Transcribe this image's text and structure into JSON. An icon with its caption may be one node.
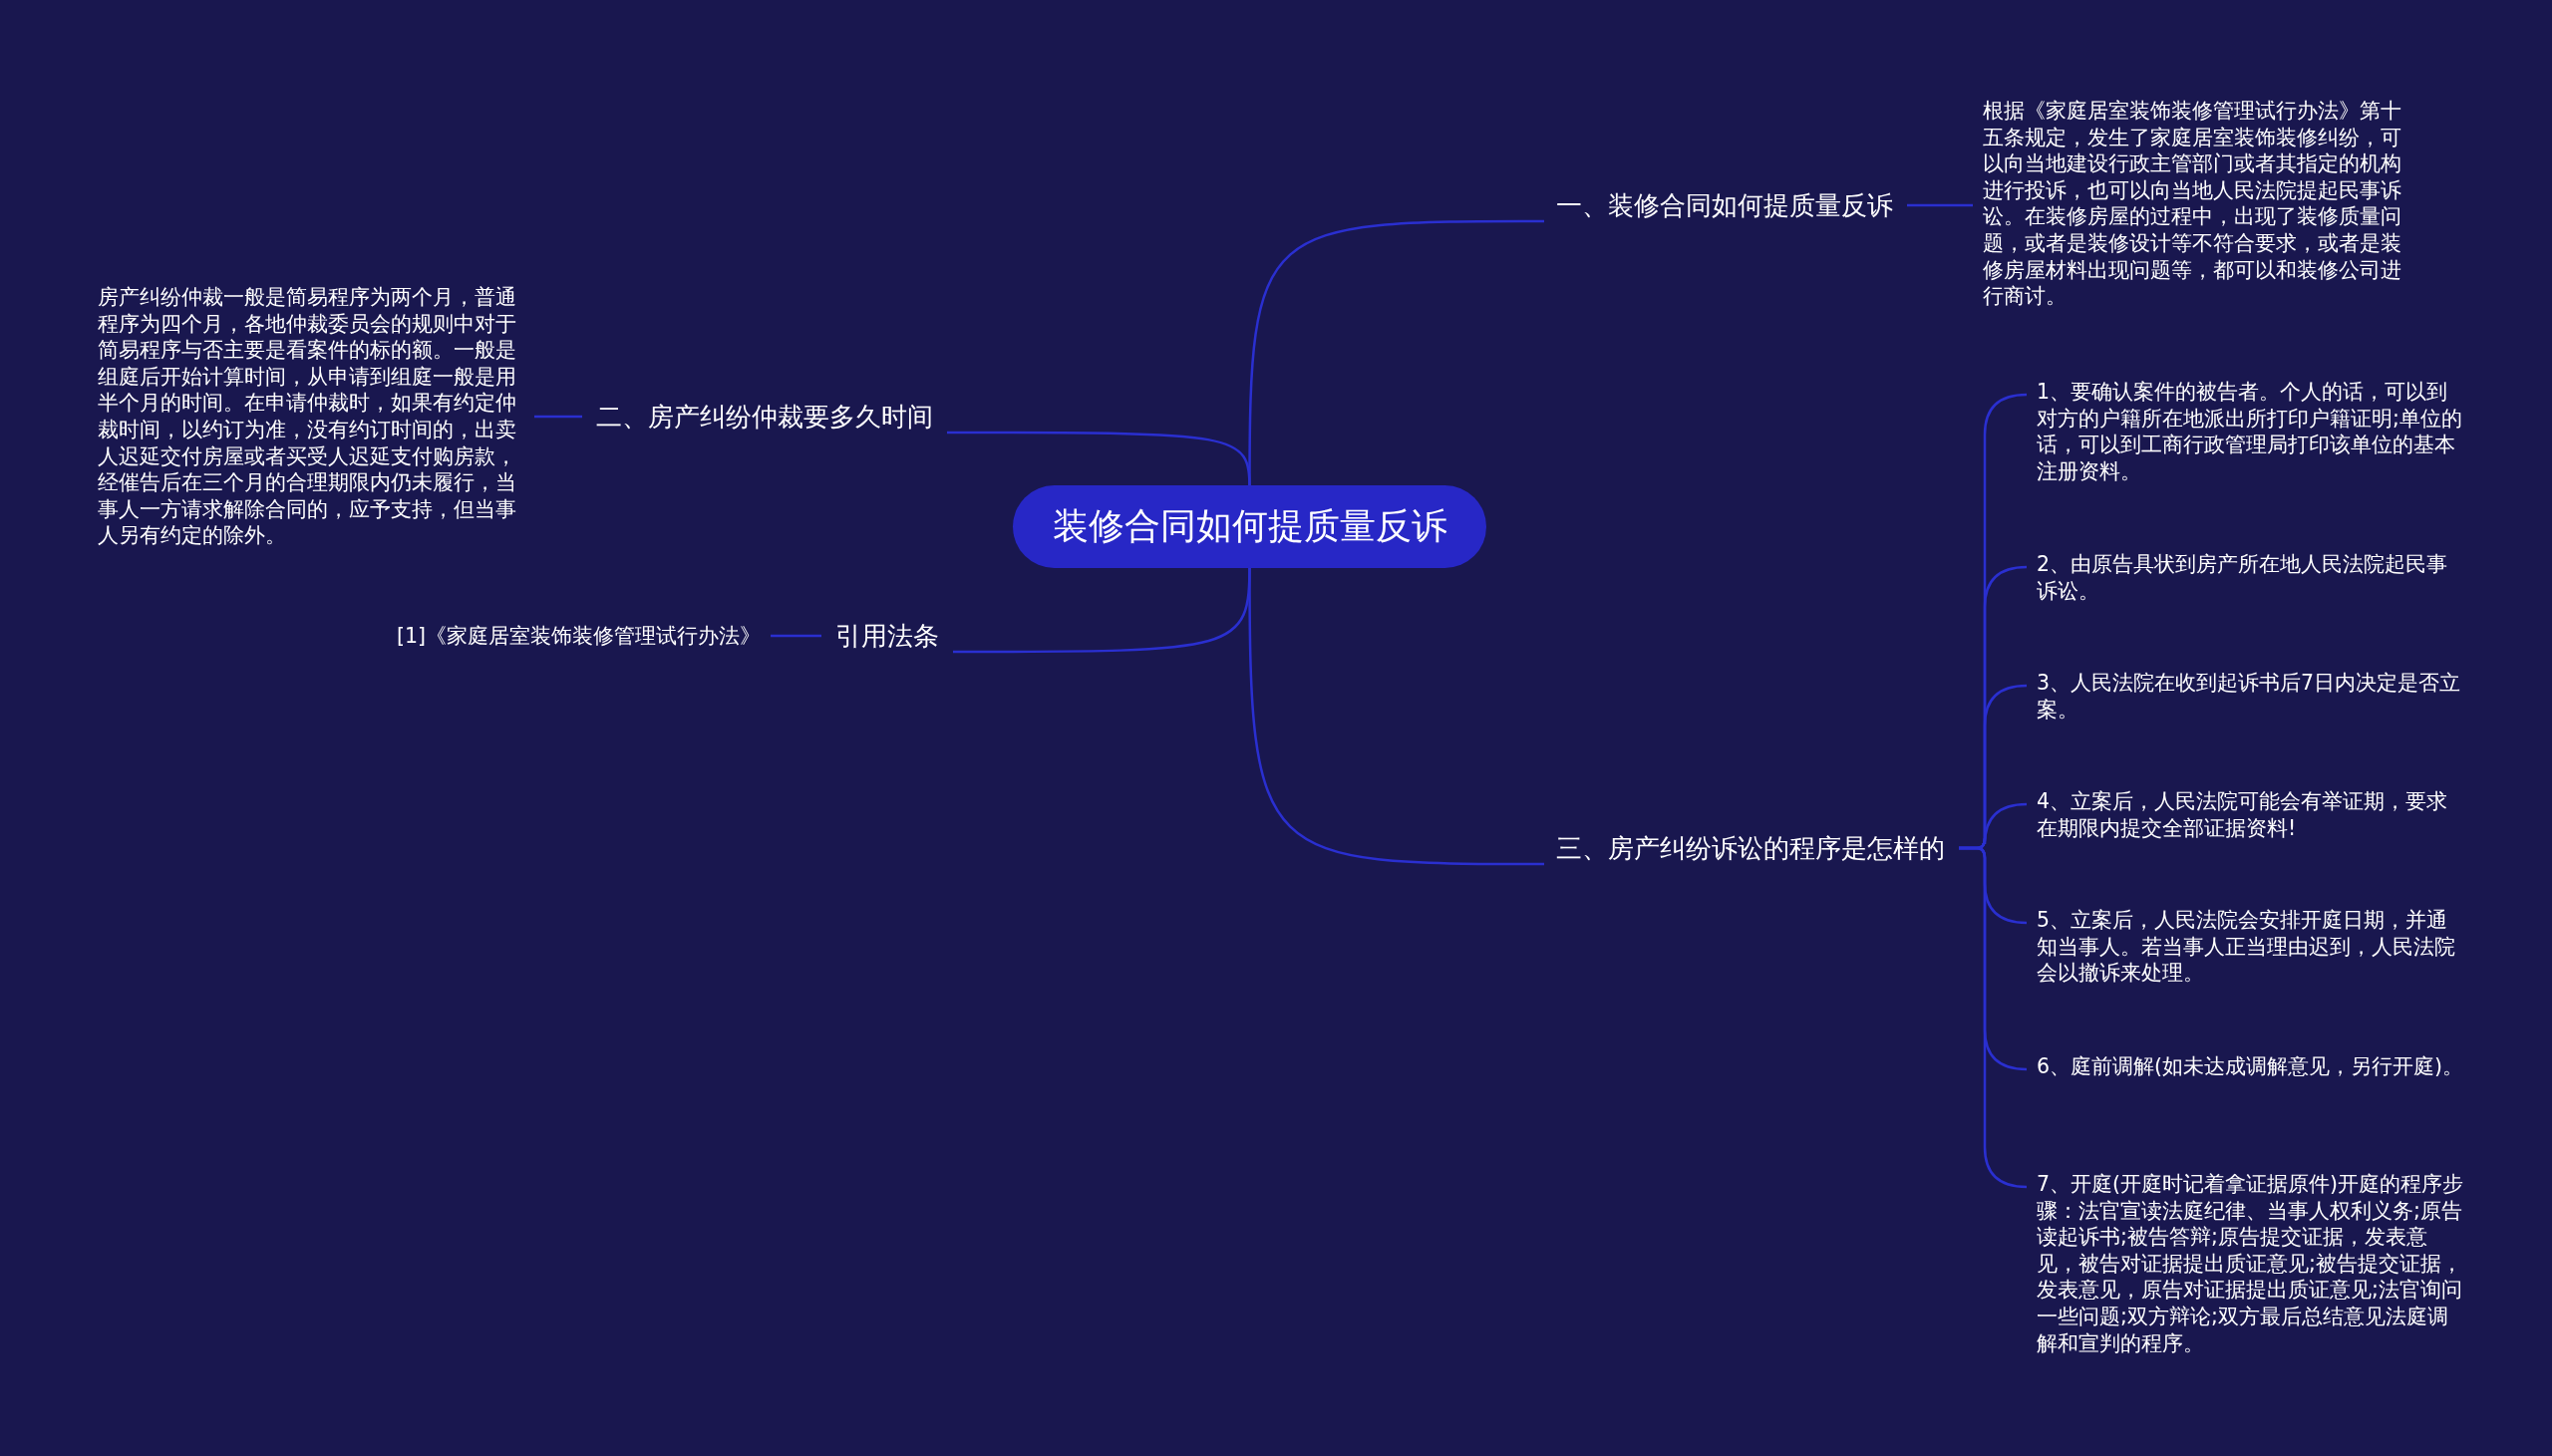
{
  "diagram": {
    "nodes": [
      {
        "text": [
          "装修合同如何提质量反诉"
        ]
      },
      {
        "text": [
          "一、装修合同如何提质量反诉"
        ]
      },
      {
        "text": [
          "根据《家庭居室装饰装修管理试行办法》第十五条规定，发生了家庭居室装饰装修纠纷，可以向当地建设行政主管部门或者其指定的机构进行投诉，也可以向当地人民法院提起民事诉讼。在装修房屋的过程中，出现了装修质量问题，或者是装修设计等不符合要求，或者是装修房屋材料出现问题等，都可以和装修公司进行商讨。"
        ]
      },
      {
        "text": [
          "二、房产纠纷仲裁要多久时间"
        ]
      },
      {
        "text": [
          "房产纠纷仲裁一般是简易程序为两个月，普通程序为四个月，各地仲裁委员会的规则中对于简易程序与否主要是看案件的标的额。一般是组庭后开始计算时间，从申请到组庭一般是用半个月的时间。在申请仲裁时，如果有约定仲裁时间，以约订为准，没有约订时间的，出卖人迟延交付房屋或者买受人迟延支付购房款，经催告后在三个月的合理期限内仍未履行，当事人一方请求解除合同的，应予支持，但当事人另有约定的除外。"
        ]
      },
      {
        "text": [
          "引用法条"
        ]
      },
      {
        "text": [
          "[1]《家庭居室装饰装修管理试行办法》"
        ]
      },
      {
        "text": [
          "三、房产纠纷诉讼的程序是怎样的"
        ]
      },
      {
        "text": [
          "1、要确认案件的被告者。个人的话，可以到对方的户籍所在地派出所打印户籍证明;单位的话，可以到工商行政管理局打印该单位的基本注册资料。"
        ]
      },
      {
        "text": [
          "2、由原告具状到房产所在地人民法院起民事诉讼。"
        ]
      },
      {
        "text": [
          "3、人民法院在收到起诉书后7日内决定是否立案。"
        ]
      },
      {
        "text": [
          "4、立案后，人民法院可能会有举证期，要求在期限内提交全部证据资料!"
        ]
      },
      {
        "text": [
          "5、立案后，人民法院会安排开庭日期，并通知当事人。若当事人正当理由迟到，人民法院会以撤诉来处理。"
        ]
      },
      {
        "text": [
          "6、庭前调解(如未达成调解意见，另行开庭)。"
        ]
      },
      {
        "text": [
          "7、开庭(开庭时记着拿证据原件)开庭的程序步骤：法官宣读法庭纪律、当事人权利义务;原告读起诉书;被告答辩;原告提交证据，发表意见，被告对证据提出质证意见;被告提交证据，发表意见，原告对证据提出质证意见;法官询问一些问题;双方辩论;双方最后总结意见法庭调解和宣判的程序。"
        ]
      }
    ],
    "edges": [
      {
        "from": 0,
        "to": 1,
        "arrow": "none"
      },
      {
        "from": 1,
        "to": 2,
        "arrow": "none"
      },
      {
        "from": 0,
        "to": 3,
        "arrow": "none"
      },
      {
        "from": 3,
        "to": 4,
        "arrow": "none"
      },
      {
        "from": 0,
        "to": 5,
        "arrow": "none"
      },
      {
        "from": 5,
        "to": 6,
        "arrow": "none"
      },
      {
        "from": 0,
        "to": 7,
        "arrow": "none"
      },
      {
        "from": 7,
        "to": 8,
        "arrow": "none"
      },
      {
        "from": 7,
        "to": 9,
        "arrow": "none"
      },
      {
        "from": 7,
        "to": 10,
        "arrow": "none"
      },
      {
        "from": 7,
        "to": 11,
        "arrow": "none"
      },
      {
        "from": 7,
        "to": 12,
        "arrow": "none"
      },
      {
        "from": 7,
        "to": 13,
        "arrow": "none"
      },
      {
        "from": 7,
        "to": 14,
        "arrow": "none"
      }
    ]
  }
}
